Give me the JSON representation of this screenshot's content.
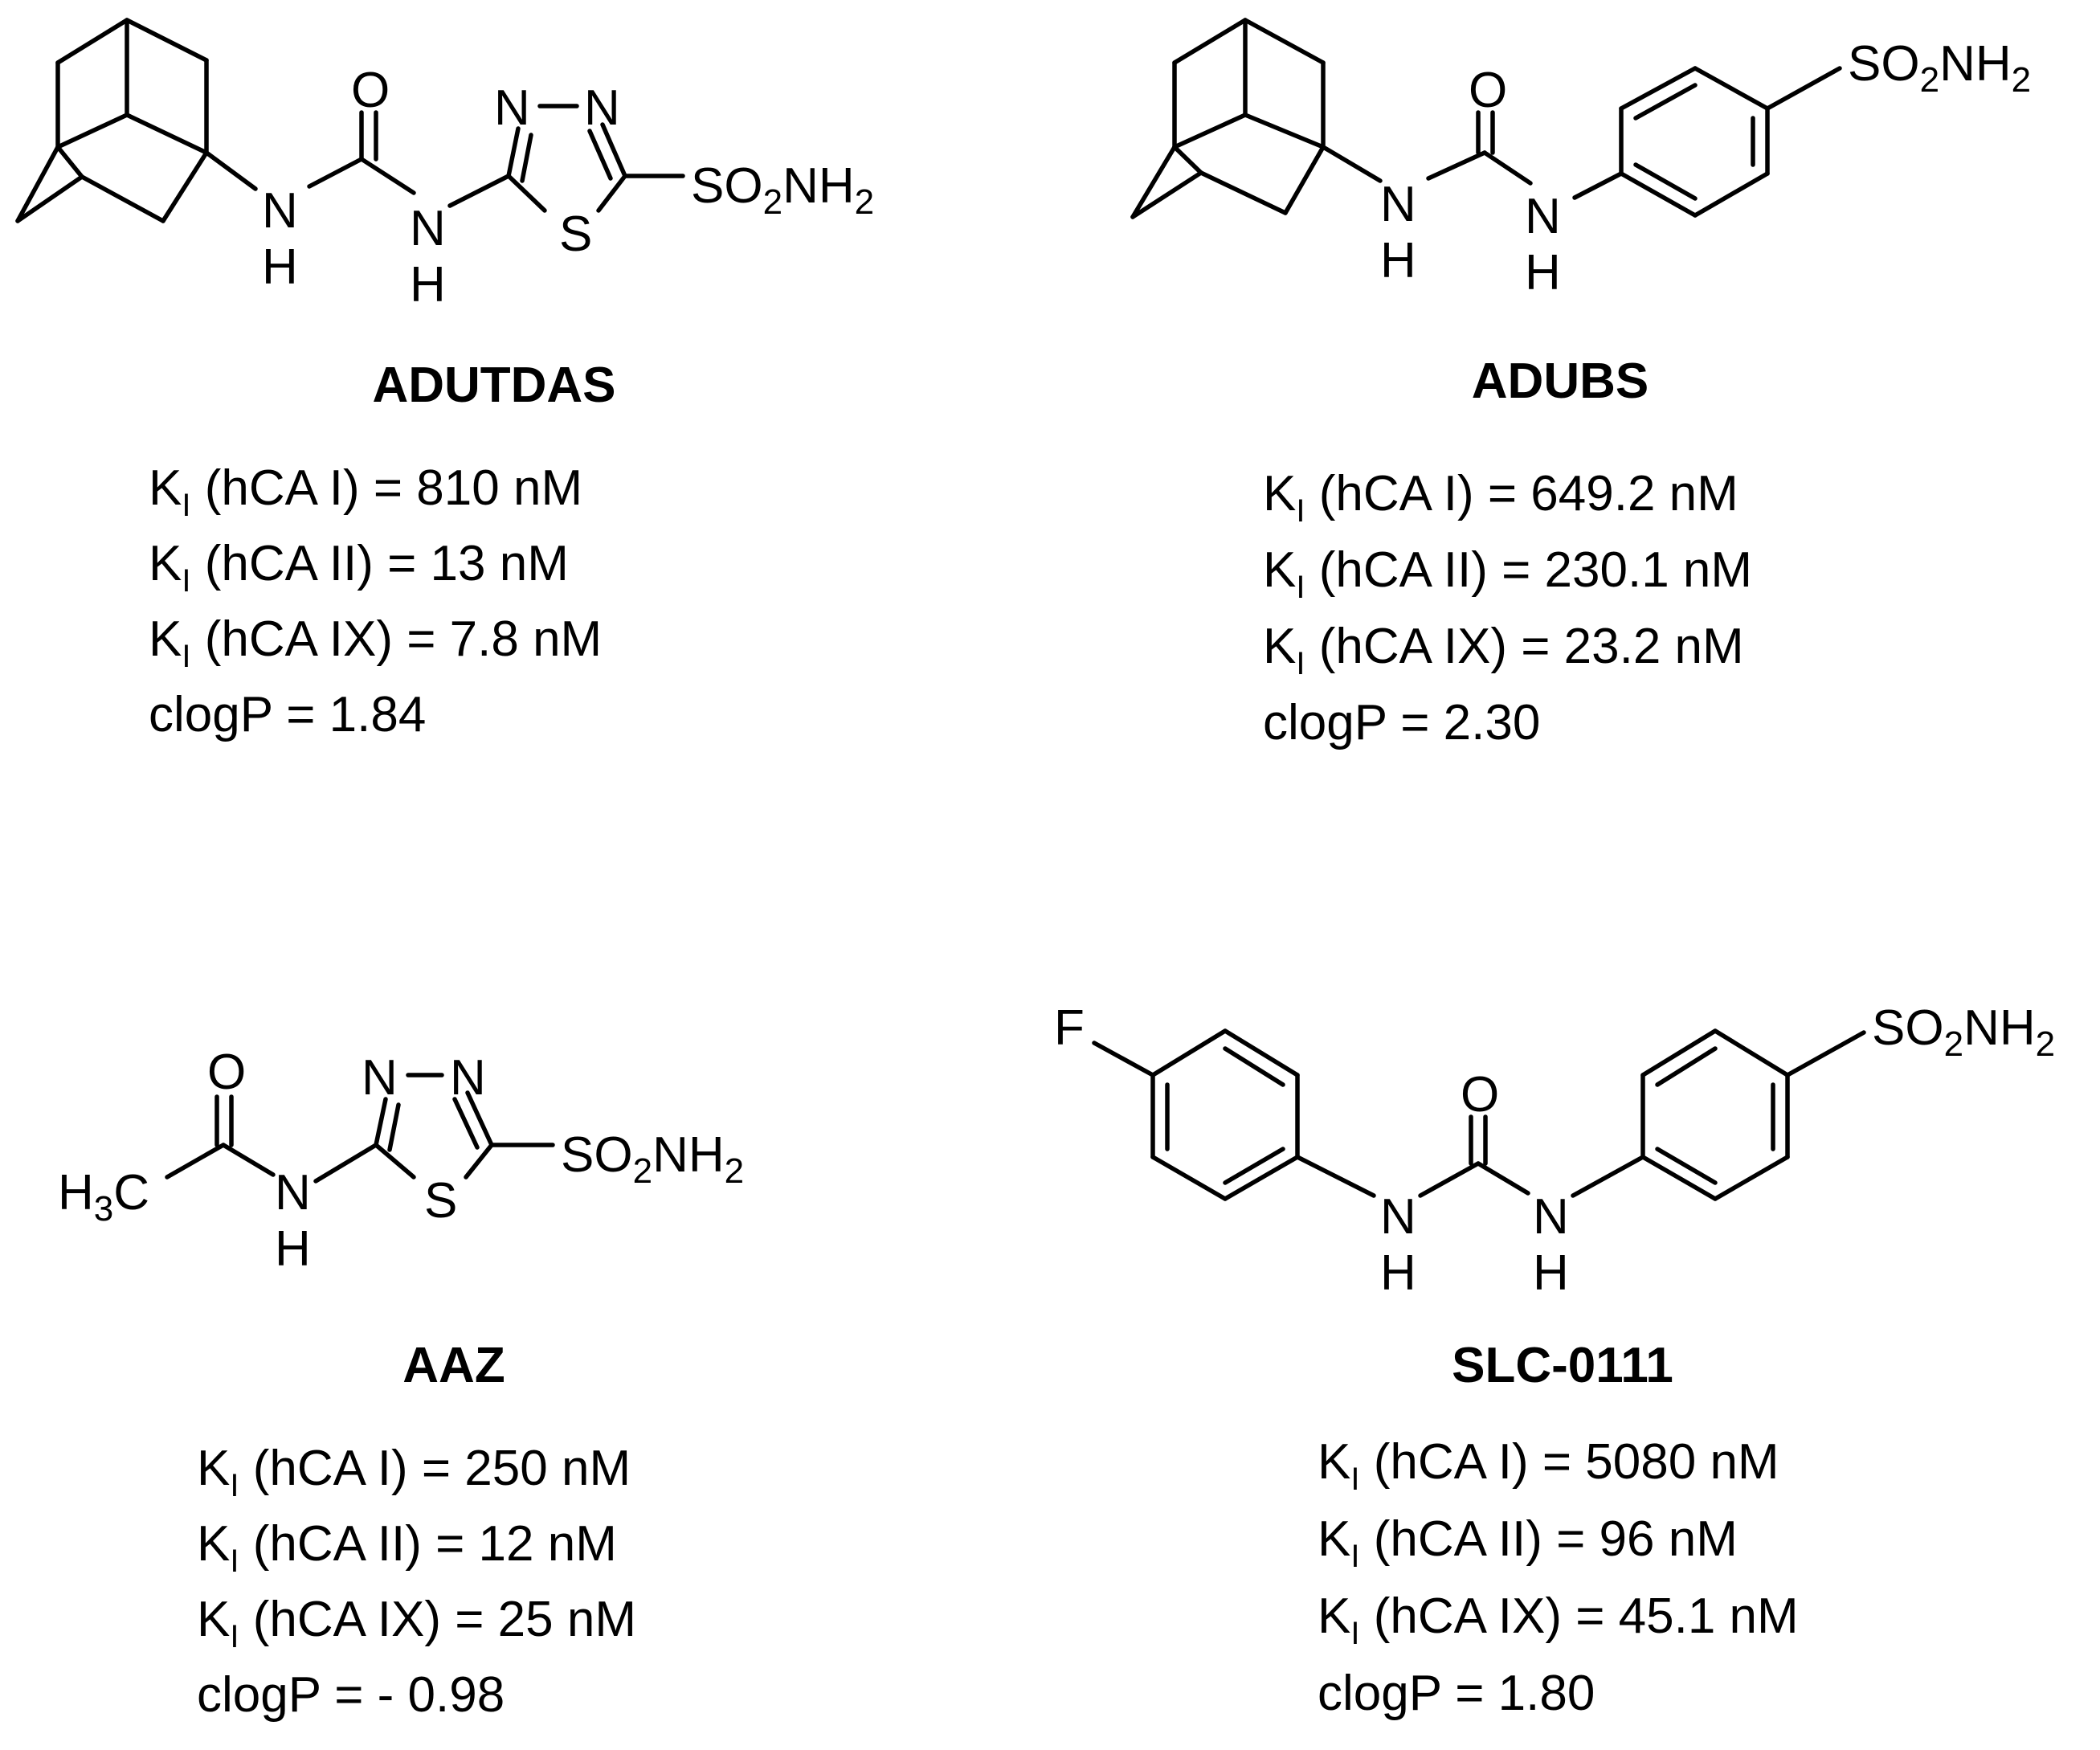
{
  "compounds": [
    {
      "id": "adutdas",
      "name": "ADUTDAS",
      "atoms": {
        "o": "O",
        "n": "N",
        "h": "H",
        "s": "S",
        "so2nh2": {
          "a": "SO",
          "b": "2",
          "c": "NH",
          "d": "2"
        }
      },
      "props": [
        {
          "k": "K",
          "i": "I",
          "rest": " (hCA I) = 810 nM"
        },
        {
          "k": "K",
          "i": "I",
          "rest": " (hCA II) = 13 nM"
        },
        {
          "k": "K",
          "i": "I",
          "rest": " (hCA IX) = 7.8 nM"
        },
        {
          "text": "clogP = 1.84"
        }
      ]
    },
    {
      "id": "adubs",
      "name": "ADUBS",
      "atoms": {
        "o": "O",
        "n": "N",
        "h": "H",
        "so2nh2": {
          "a": "SO",
          "b": "2",
          "c": "NH",
          "d": "2"
        }
      },
      "props": [
        {
          "k": "K",
          "i": "I",
          "rest": " (hCA I) = 649.2 nM"
        },
        {
          "k": "K",
          "i": "I",
          "rest": " (hCA II) = 230.1 nM"
        },
        {
          "k": "K",
          "i": "I",
          "rest": " (hCA IX) = 23.2 nM"
        },
        {
          "text": "clogP = 2.30"
        }
      ]
    },
    {
      "id": "aaz",
      "name": "AAZ",
      "atoms": {
        "o": "O",
        "n": "N",
        "h": "H",
        "s": "S",
        "h3c": {
          "a": "H",
          "b": "3",
          "c": "C"
        },
        "so2nh2": {
          "a": "SO",
          "b": "2",
          "c": "NH",
          "d": "2"
        }
      },
      "props": [
        {
          "k": "K",
          "i": "I",
          "rest": " (hCA I) = 250 nM"
        },
        {
          "k": "K",
          "i": "I",
          "rest": " (hCA II) = 12 nM"
        },
        {
          "k": "K",
          "i": "I",
          "rest": " (hCA IX) = 25 nM"
        },
        {
          "text": "clogP = - 0.98"
        }
      ]
    },
    {
      "id": "slc0111",
      "name": "SLC-0111",
      "atoms": {
        "o": "O",
        "n": "N",
        "h": "H",
        "f": "F",
        "so2nh2": {
          "a": "SO",
          "b": "2",
          "c": "NH",
          "d": "2"
        }
      },
      "props": [
        {
          "k": "K",
          "i": "I",
          "rest": " (hCA I) = 5080 nM"
        },
        {
          "k": "K",
          "i": "I",
          "rest": " (hCA II) = 96 nM"
        },
        {
          "k": "K",
          "i": "I",
          "rest": " (hCA IX) = 45.1 nM"
        },
        {
          "text": "clogP = 1.80"
        }
      ]
    }
  ]
}
